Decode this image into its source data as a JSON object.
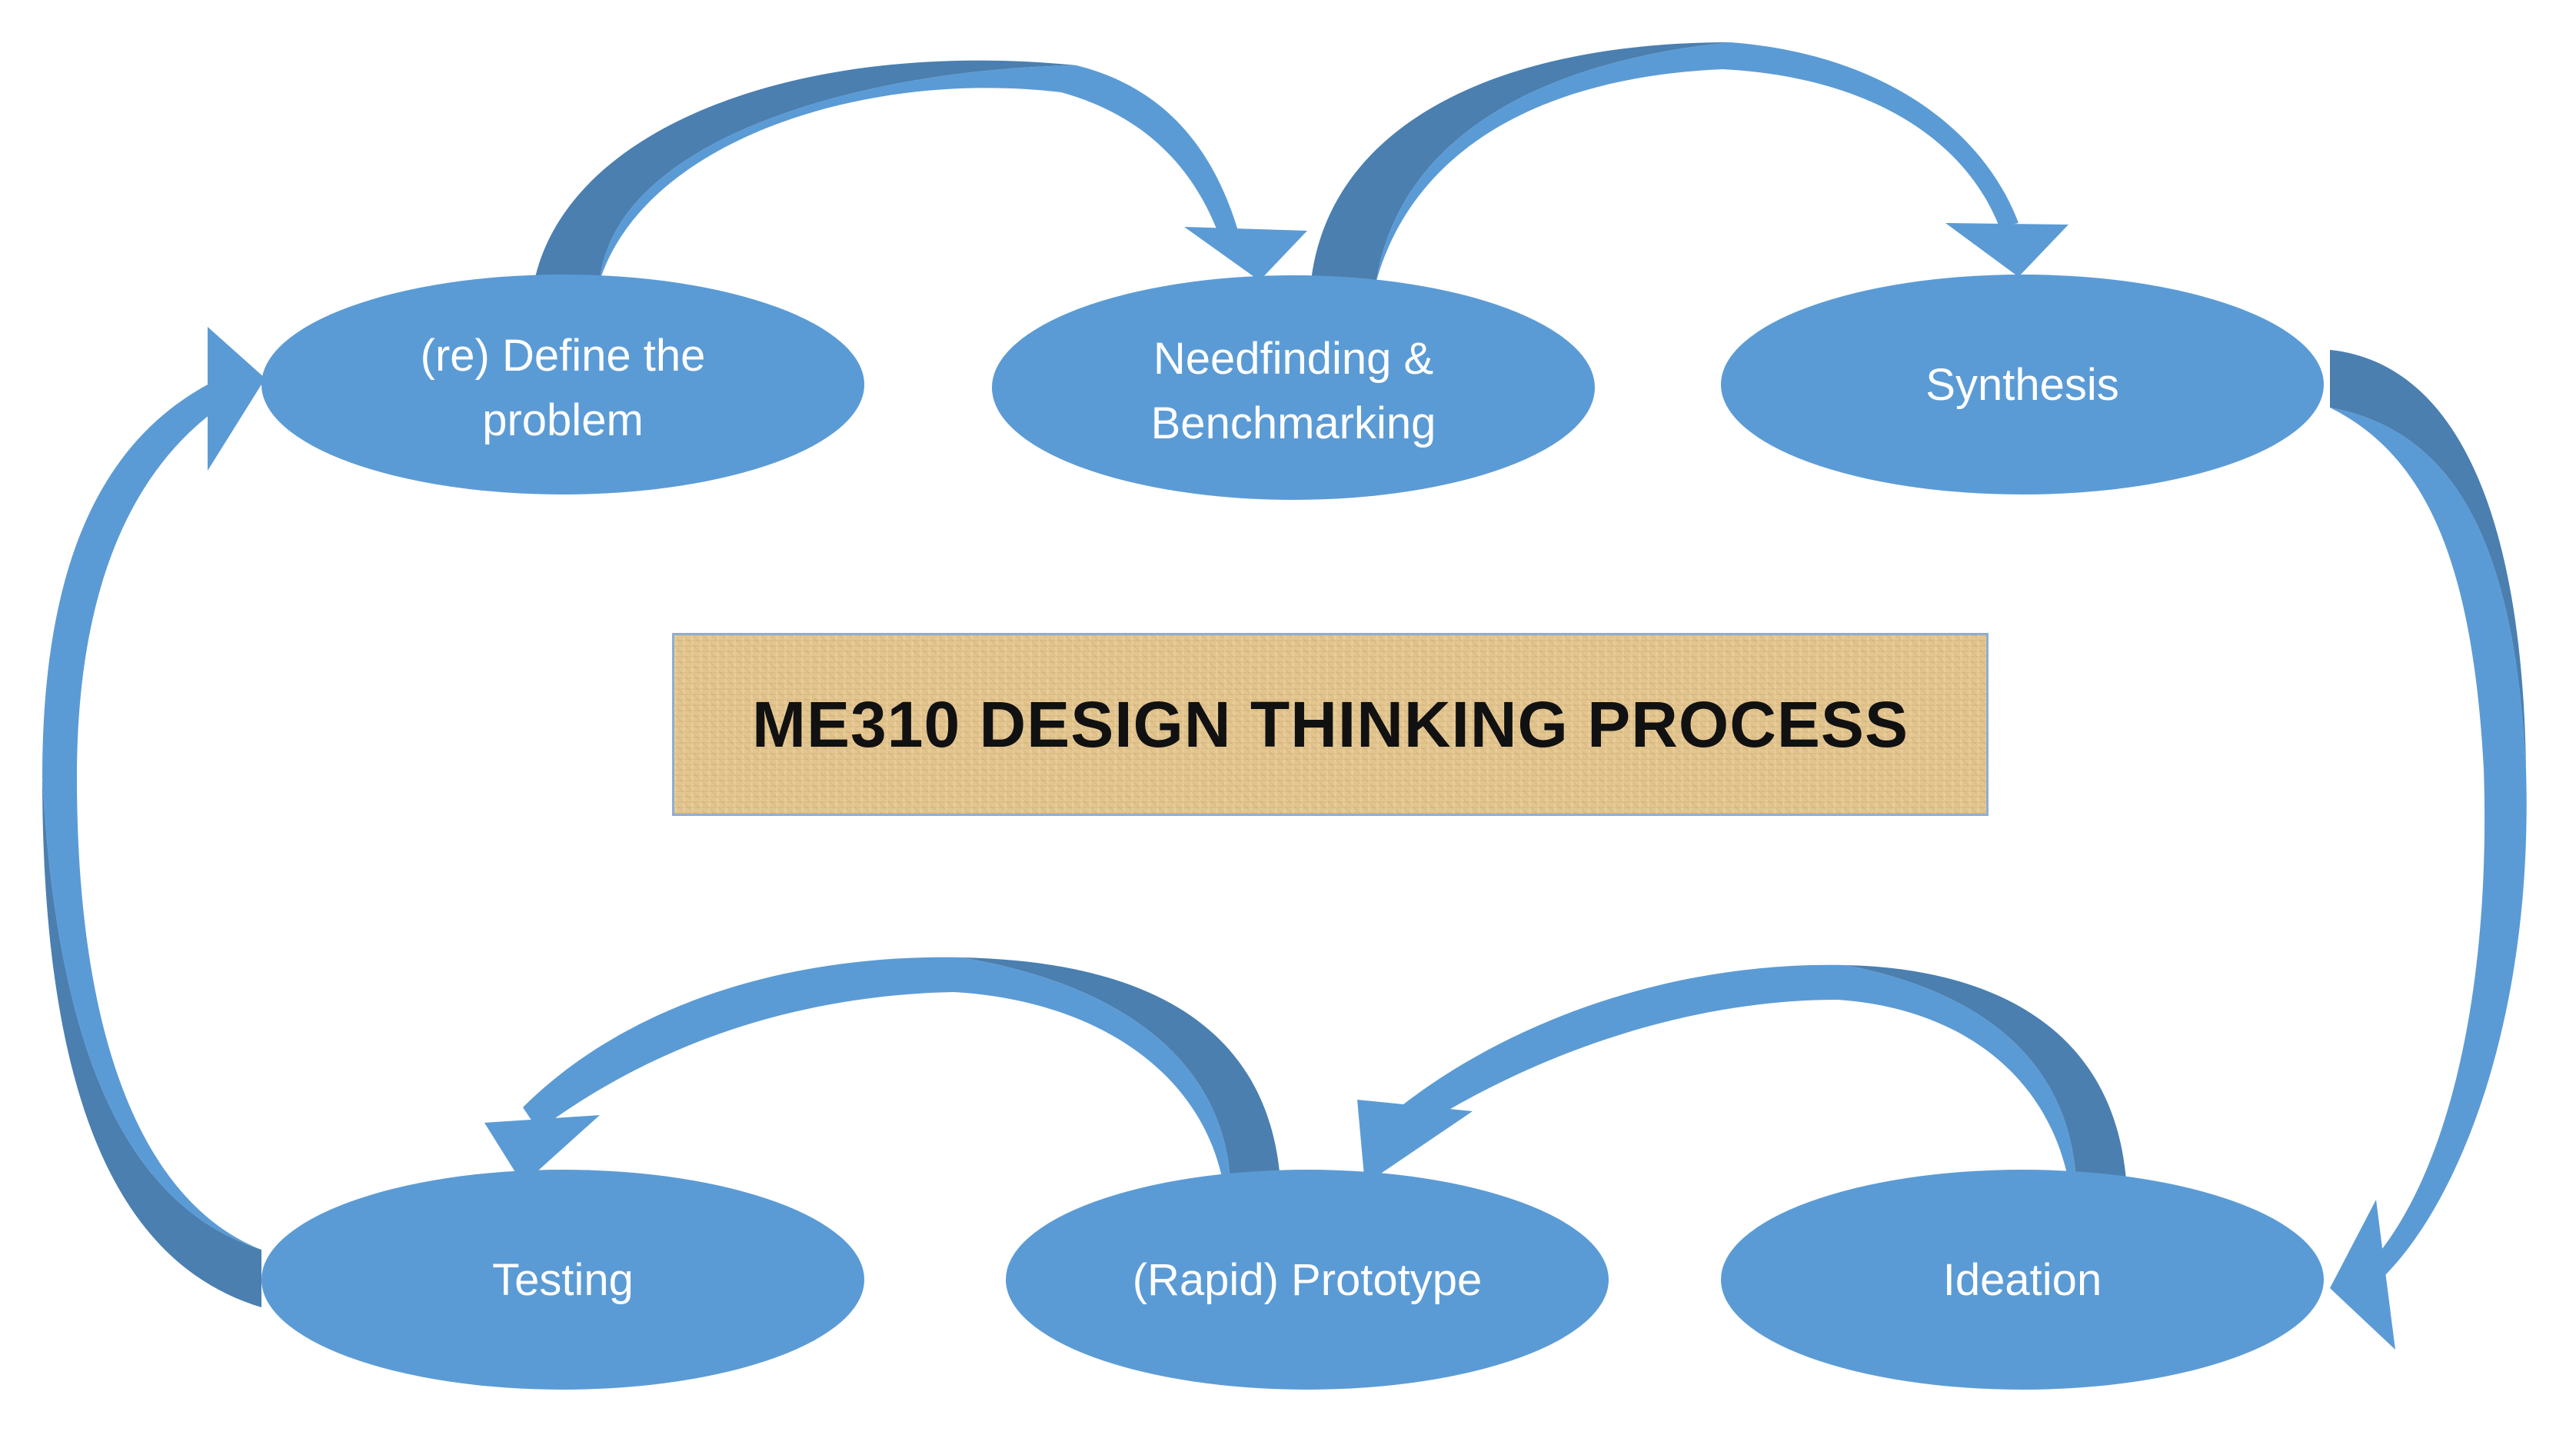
{
  "title": "ME310 DESIGN THINKING PROCESS",
  "nodes": [
    {
      "id": "define",
      "lines": [
        "(re) Define the",
        "problem"
      ]
    },
    {
      "id": "needfinding",
      "lines": [
        "Needfinding &",
        "Benchmarking"
      ]
    },
    {
      "id": "synthesis",
      "lines": [
        "Synthesis"
      ]
    },
    {
      "id": "ideation",
      "lines": [
        "Ideation"
      ]
    },
    {
      "id": "prototype",
      "lines": [
        "(Rapid) Prototype"
      ]
    },
    {
      "id": "testing",
      "lines": [
        "Testing"
      ]
    }
  ],
  "colors": {
    "node_fill": "#5b9bd5",
    "arrow_dark": "#4a7fb0",
    "label_text": "#ffffff",
    "title_box": "#e3c58f",
    "title_text": "#111111"
  }
}
